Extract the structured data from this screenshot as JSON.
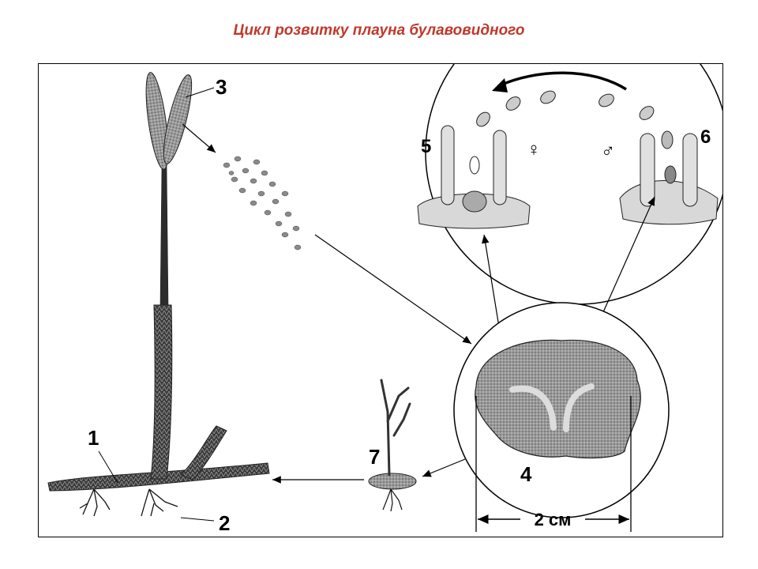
{
  "title": "Цикл розвитку плауна булавовидного",
  "labels": {
    "n1": "1",
    "n2": "2",
    "n3": "3",
    "n4": "4",
    "n5": "5",
    "n6": "6",
    "n7": "7",
    "female_symbol": "♀",
    "male_symbol": "♂",
    "scale": "2 см"
  }
}
